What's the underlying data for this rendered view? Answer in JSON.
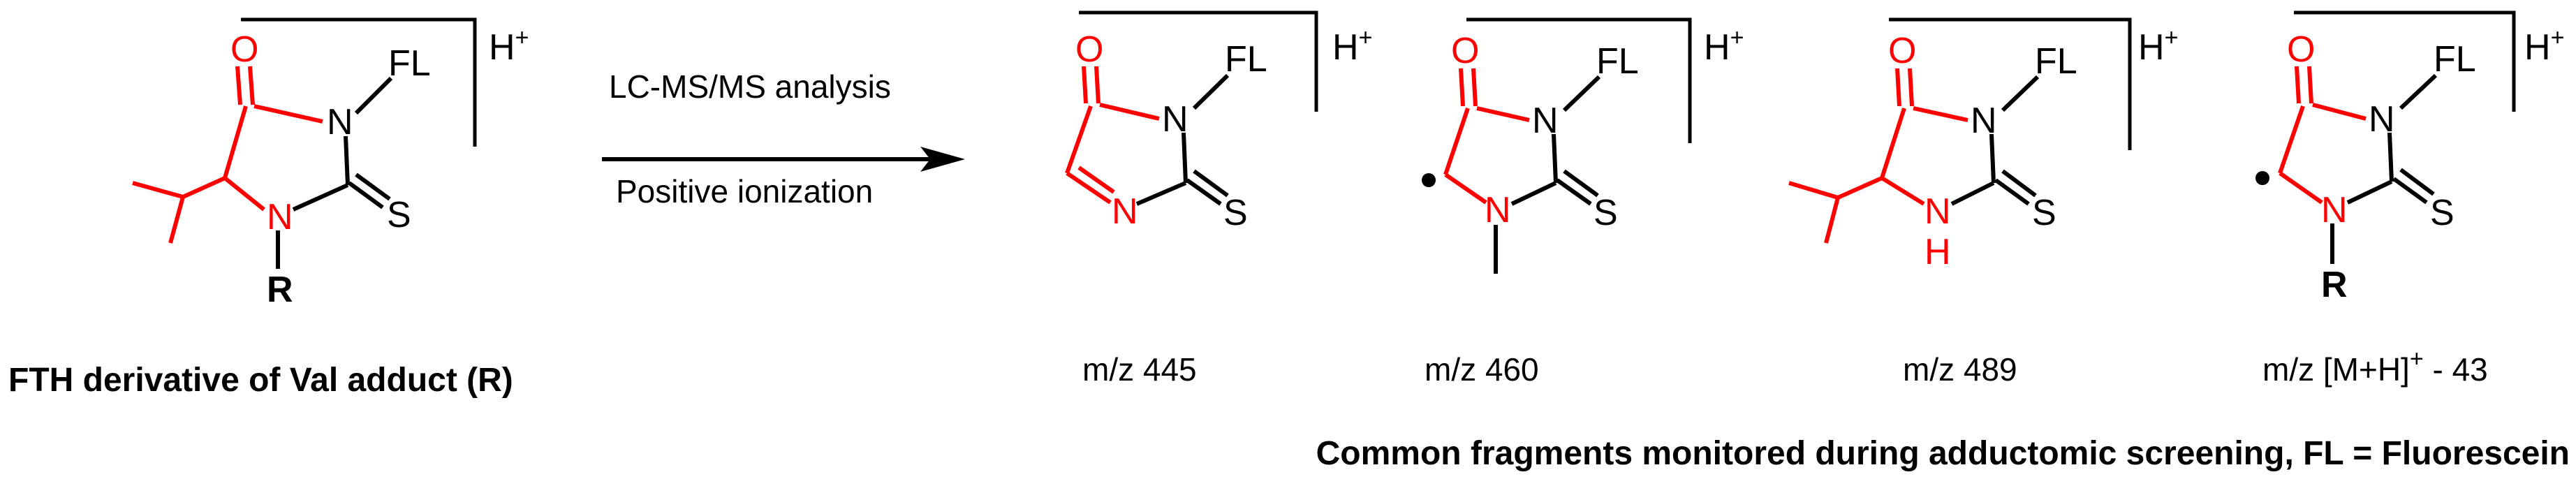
{
  "atoms": {
    "oxygen": "O",
    "nitrogen": "N",
    "sulfur": "S",
    "fluorescein": "FL",
    "hydrogen_n": "H",
    "r_group": "R",
    "proton": "H",
    "plus": "+"
  },
  "reaction": {
    "arrow_top_label": "LC-MS/MS analysis",
    "arrow_bottom_label": "Positive ionization"
  },
  "reactant": {
    "caption": "FTH derivative of Val adduct (R)"
  },
  "fragments": [
    {
      "label": "m/z 445"
    },
    {
      "label": "m/z 460"
    },
    {
      "label": "m/z 489"
    },
    {
      "label_prefix": "m/z [M+H]",
      "label_sup": "+",
      "label_suffix": " - 43"
    }
  ],
  "footer": {
    "caption": "Common fragments monitored during adductomic screening, FL = Fluorescein"
  },
  "colors": {
    "highlight": "#ff0000",
    "default": "#000000"
  }
}
